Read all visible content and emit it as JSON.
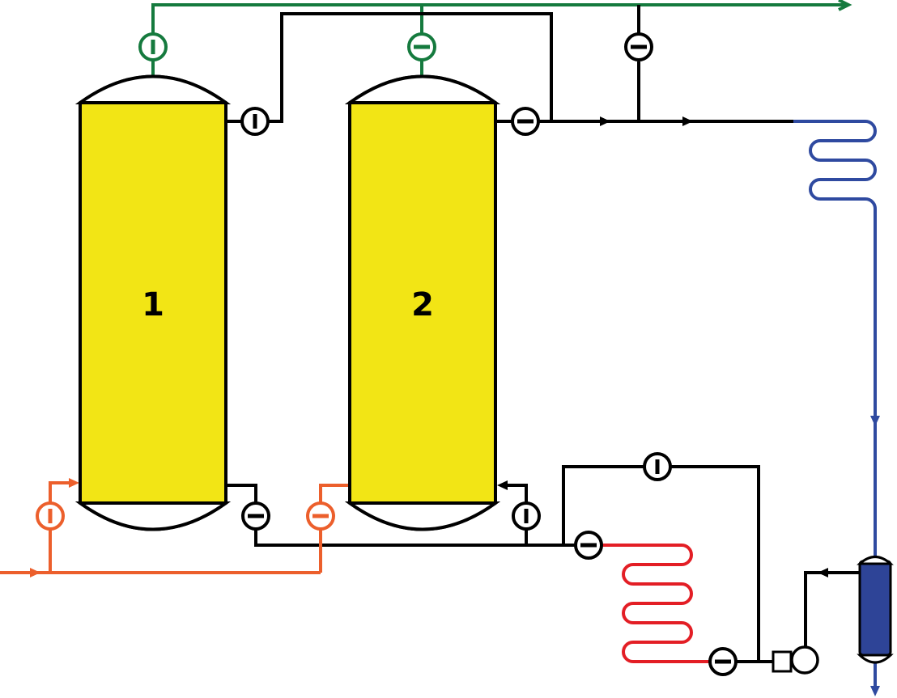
{
  "vessels": [
    {
      "id": "1",
      "label": "1"
    },
    {
      "id": "2",
      "label": "2"
    }
  ],
  "colors": {
    "black": "#000000",
    "vessel_fill": "#f2e515",
    "green_line": "#157a3e",
    "orange_line": "#ec5f2c",
    "blue_line": "#2f4aa0",
    "red_line": "#e31e25",
    "separator_fill": "#2e4497"
  },
  "valves": [
    {
      "id": "v-top-1",
      "state": "open"
    },
    {
      "id": "v-top-2",
      "state": "closed"
    },
    {
      "id": "v-top-bypass",
      "state": "closed"
    },
    {
      "id": "v-out-1",
      "state": "open"
    },
    {
      "id": "v-out-2",
      "state": "closed"
    },
    {
      "id": "v-in-1",
      "state": "open"
    },
    {
      "id": "v-in-2",
      "state": "closed"
    },
    {
      "id": "v-bot-1",
      "state": "closed"
    },
    {
      "id": "v-bot-2",
      "state": "open"
    },
    {
      "id": "v-bypass-right",
      "state": "open"
    },
    {
      "id": "v-heater-in",
      "state": "closed"
    },
    {
      "id": "v-heater-out",
      "state": "closed"
    }
  ]
}
